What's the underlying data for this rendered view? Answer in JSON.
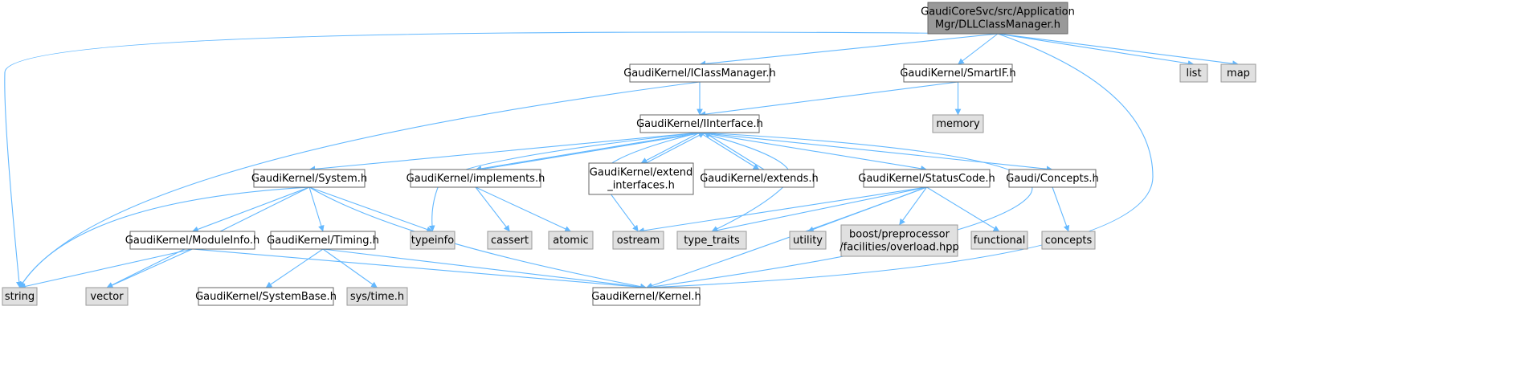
{
  "colors": {
    "root_fill": "#999999",
    "root_stroke": "#666666",
    "doc_fill": "#ffffff",
    "doc_stroke": "#666666",
    "ext_fill": "#e0e0e0",
    "ext_stroke": "#999999",
    "edge": "#63b8ff"
  },
  "nodes": [
    {
      "id": "root",
      "kind": "root",
      "lines": [
        "GaudiCoreSvc/src/Application",
        "Mgr/DLLClassManager.h"
      ]
    },
    {
      "id": "iclassmanager",
      "kind": "doc",
      "lines": [
        "GaudiKernel/IClassManager.h"
      ]
    },
    {
      "id": "smartif",
      "kind": "doc",
      "lines": [
        "GaudiKernel/SmartIF.h"
      ]
    },
    {
      "id": "list",
      "kind": "ext",
      "lines": [
        "list"
      ]
    },
    {
      "id": "map",
      "kind": "ext",
      "lines": [
        "map"
      ]
    },
    {
      "id": "memory",
      "kind": "ext",
      "lines": [
        "memory"
      ]
    },
    {
      "id": "iinterface",
      "kind": "doc",
      "lines": [
        "GaudiKernel/IInterface.h"
      ]
    },
    {
      "id": "system",
      "kind": "doc",
      "lines": [
        "GaudiKernel/System.h"
      ]
    },
    {
      "id": "implements",
      "kind": "doc",
      "lines": [
        "GaudiKernel/implements.h"
      ]
    },
    {
      "id": "extend_interfaces",
      "kind": "doc",
      "lines": [
        "GaudiKernel/extend",
        "_interfaces.h"
      ]
    },
    {
      "id": "extends",
      "kind": "doc",
      "lines": [
        "GaudiKernel/extends.h"
      ]
    },
    {
      "id": "statuscode",
      "kind": "doc",
      "lines": [
        "GaudiKernel/StatusCode.h"
      ]
    },
    {
      "id": "concepts_h",
      "kind": "doc",
      "lines": [
        "Gaudi/Concepts.h"
      ]
    },
    {
      "id": "moduleinfo",
      "kind": "doc",
      "lines": [
        "GaudiKernel/ModuleInfo.h"
      ]
    },
    {
      "id": "timing",
      "kind": "doc",
      "lines": [
        "GaudiKernel/Timing.h"
      ]
    },
    {
      "id": "typeinfo",
      "kind": "ext",
      "lines": [
        "typeinfo"
      ]
    },
    {
      "id": "cassert",
      "kind": "ext",
      "lines": [
        "cassert"
      ]
    },
    {
      "id": "atomic",
      "kind": "ext",
      "lines": [
        "atomic"
      ]
    },
    {
      "id": "ostream",
      "kind": "ext",
      "lines": [
        "ostream"
      ]
    },
    {
      "id": "type_traits",
      "kind": "ext",
      "lines": [
        "type_traits"
      ]
    },
    {
      "id": "utility",
      "kind": "ext",
      "lines": [
        "utility"
      ]
    },
    {
      "id": "overload",
      "kind": "ext",
      "lines": [
        "boost/preprocessor",
        "/facilities/overload.hpp"
      ]
    },
    {
      "id": "functional",
      "kind": "ext",
      "lines": [
        "functional"
      ]
    },
    {
      "id": "concepts",
      "kind": "ext",
      "lines": [
        "concepts"
      ]
    },
    {
      "id": "string",
      "kind": "ext",
      "lines": [
        "string"
      ]
    },
    {
      "id": "vector",
      "kind": "ext",
      "lines": [
        "vector"
      ]
    },
    {
      "id": "systembase",
      "kind": "doc",
      "lines": [
        "GaudiKernel/SystemBase.h"
      ]
    },
    {
      "id": "systime",
      "kind": "ext",
      "lines": [
        "sys/time.h"
      ]
    },
    {
      "id": "kernel",
      "kind": "doc",
      "lines": [
        "GaudiKernel/Kernel.h"
      ]
    }
  ],
  "edges": [
    [
      "root",
      "string"
    ],
    [
      "root",
      "iclassmanager"
    ],
    [
      "root",
      "smartif"
    ],
    [
      "root",
      "kernel"
    ],
    [
      "root",
      "list"
    ],
    [
      "root",
      "map"
    ],
    [
      "iclassmanager",
      "string"
    ],
    [
      "iclassmanager",
      "iinterface"
    ],
    [
      "smartif",
      "iinterface"
    ],
    [
      "smartif",
      "memory"
    ],
    [
      "iinterface",
      "system"
    ],
    [
      "iinterface",
      "typeinfo"
    ],
    [
      "iinterface",
      "implements"
    ],
    [
      "iinterface",
      "ostream"
    ],
    [
      "iinterface",
      "extend_interfaces"
    ],
    [
      "iinterface",
      "extends"
    ],
    [
      "iinterface",
      "statuscode"
    ],
    [
      "iinterface",
      "type_traits"
    ],
    [
      "iinterface",
      "concepts_h"
    ],
    [
      "iinterface",
      "kernel"
    ],
    [
      "implements",
      "iinterface"
    ],
    [
      "implements",
      "cassert"
    ],
    [
      "implements",
      "atomic"
    ],
    [
      "extend_interfaces",
      "iinterface"
    ],
    [
      "extends",
      "iinterface"
    ],
    [
      "system",
      "string"
    ],
    [
      "system",
      "vector"
    ],
    [
      "system",
      "moduleinfo"
    ],
    [
      "system",
      "timing"
    ],
    [
      "system",
      "typeinfo"
    ],
    [
      "system",
      "kernel"
    ],
    [
      "statuscode",
      "ostream"
    ],
    [
      "statuscode",
      "type_traits"
    ],
    [
      "statuscode",
      "kernel"
    ],
    [
      "statuscode",
      "utility"
    ],
    [
      "statuscode",
      "overload"
    ],
    [
      "statuscode",
      "functional"
    ],
    [
      "concepts_h",
      "concepts"
    ],
    [
      "moduleinfo",
      "string"
    ],
    [
      "moduleinfo",
      "vector"
    ],
    [
      "moduleinfo",
      "kernel"
    ],
    [
      "timing",
      "systembase"
    ],
    [
      "timing",
      "systime"
    ],
    [
      "timing",
      "kernel"
    ]
  ]
}
